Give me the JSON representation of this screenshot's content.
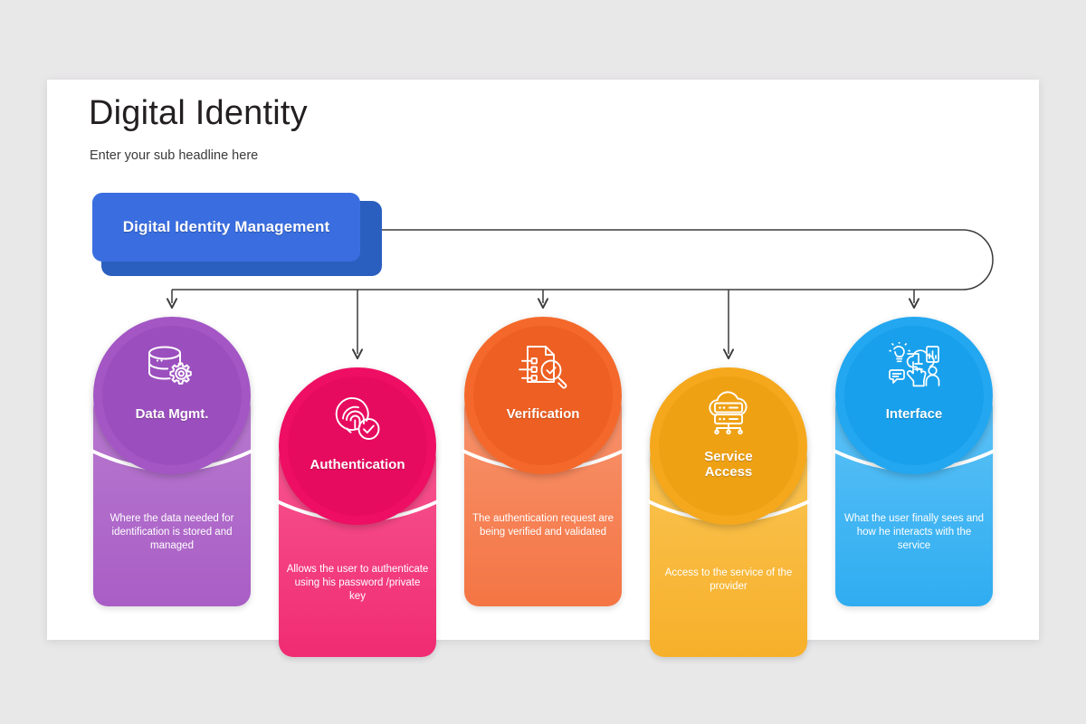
{
  "slide": {
    "title": "Digital Identity",
    "subtitle": "Enter your sub headline here"
  },
  "root_node": {
    "label": "Digital Identity Management",
    "color": "#3A6EE0",
    "shadow_color": "#2B5FBF"
  },
  "connector": {
    "line_color": "#3b3b3b",
    "style": "orthogonal-with-rounded-right-return"
  },
  "cards": [
    {
      "id": "data-mgmt",
      "title": "Data Mgmt.",
      "description": "Where the data needed for identification is stored and managed",
      "icon": "database-gear-icon",
      "circle_color": "#A356C4",
      "circle_inner_color": "#9B4FBE",
      "body_top_color": "#B878D4",
      "body_bottom_color": "#A862C9"
    },
    {
      "id": "authentication",
      "title": "Authentication",
      "description": "Allows the user to authenticate  using his password /private key",
      "icon": "fingerprint-check-icon",
      "circle_color": "#EE0E63",
      "circle_inner_color": "#E70B5F",
      "body_top_color": "#F7548D",
      "body_bottom_color": "#F02B72"
    },
    {
      "id": "verification",
      "title": "Verification",
      "description": "The authentication request are being verified and validated",
      "icon": "document-search-check-icon",
      "circle_color": "#F4692B",
      "circle_inner_color": "#ED5F22",
      "body_top_color": "#F8916A",
      "body_bottom_color": "#F47544"
    },
    {
      "id": "service-access",
      "title": "Service\nAccess",
      "title_lines": [
        "Service",
        "Access"
      ],
      "description": "Access to the service of the provider",
      "icon": "cloud-server-icon",
      "circle_color": "#F5A81C",
      "circle_inner_color": "#EFA114",
      "body_top_color": "#FBC košt",
      "body_top_color_hex": "#FBC košt",
      "body_gradient_top": "#FAC453",
      "body_gradient_bottom": "#F7B02A"
    },
    {
      "id": "interface",
      "title": "Interface",
      "description": "What the user finally sees and how he interacts with the service",
      "icon": "user-interaction-icon",
      "circle_color": "#22A7F0",
      "circle_inner_color": "#18A0EC",
      "body_top_color": "#5CC0F5",
      "body_bottom_color": "#2FADF1"
    }
  ],
  "background": {
    "page": "#e9e8e9",
    "slide": "#ffffff"
  }
}
